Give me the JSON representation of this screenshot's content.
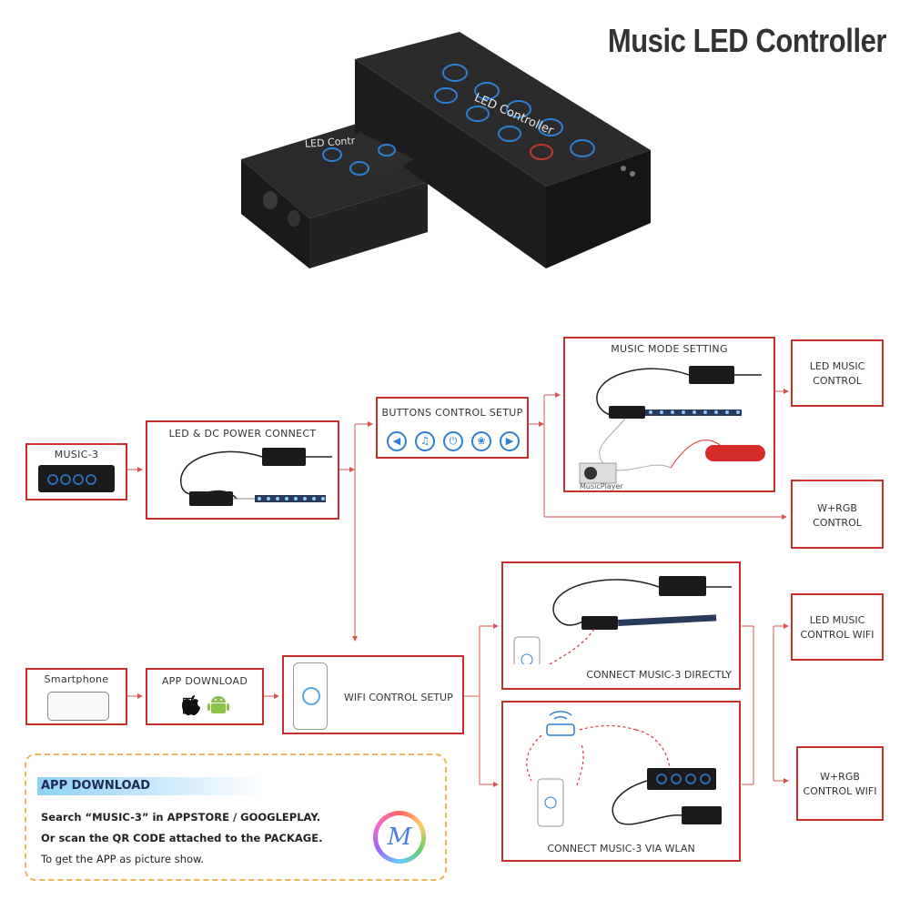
{
  "title": "Music LED Controller",
  "device_labels": {
    "back_device_label": "LED Controller",
    "front_device_label": "LED Contr"
  },
  "boxes": {
    "music3": "MUSIC-3",
    "led_dc": "LED & DC POWER CONNECT",
    "buttons_setup": "BUTTONS CONTROL SETUP",
    "music_mode": "MUSIC MODE SETTING",
    "music_player": "MusicPlayer",
    "led_music_control": [
      "LED MUSIC",
      "CONTROL"
    ],
    "wrgb_control": [
      "W+RGB",
      "CONTROL"
    ],
    "connect_directly": "CONNECT MUSIC-3 DIRECTLY",
    "led_music_wifi": [
      "LED MUSIC",
      "CONTROL WIFI"
    ],
    "smartphone": "Smartphone",
    "app_download": "APP DOWNLOAD",
    "wifi_setup": "WIFI CONTROL SETUP",
    "connect_wlan": "CONNECT MUSIC-3 VIA WLAN",
    "wrgb_wifi": [
      "W+RGB",
      "CONTROL WIFI"
    ]
  },
  "app_panel": {
    "heading": "APP DOWNLOAD",
    "line1": "Search “MUSIC-3” in APPSTORE / GOOGLEPLAY.",
    "line2": "Or scan the QR CODE attached to the PACKAGE.",
    "line3": "To get the APP as picture show.",
    "logo_letter": "M"
  },
  "colors": {
    "box_border": "#c9302c",
    "arrow": "#d9534f",
    "icon_blue": "#2d7fd3",
    "panel_border": "#f0b45a"
  }
}
